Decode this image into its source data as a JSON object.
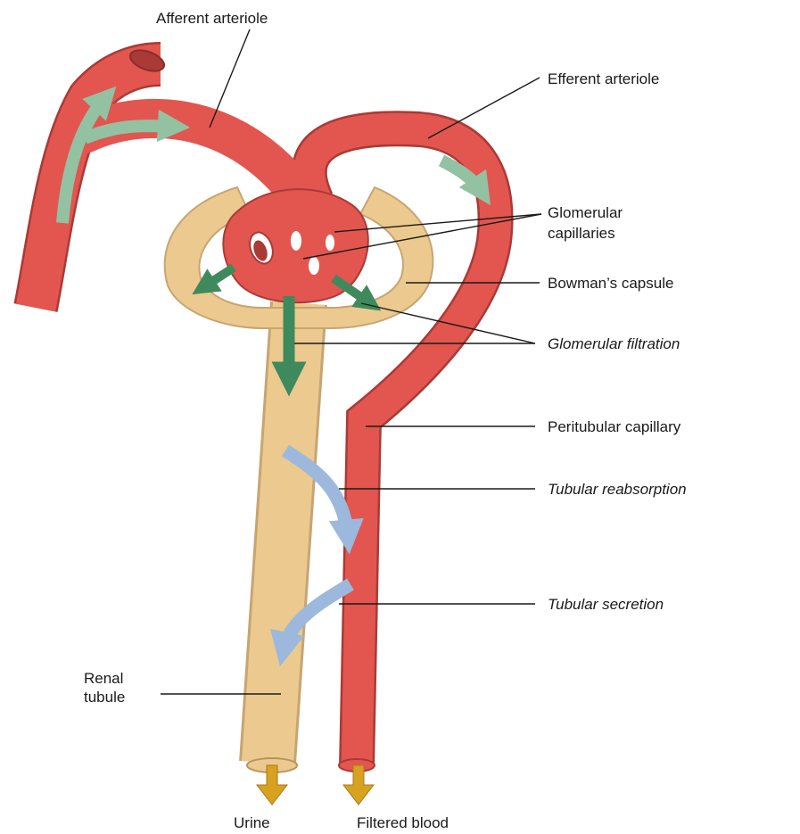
{
  "diagram": {
    "colors": {
      "blood_vessel": "#e2564f",
      "vessel_dark": "#a93a36",
      "tubule": "#ecc98e",
      "tubule_dark": "#c7a572",
      "filtration_arrow": "#3f8a5c",
      "flow_arrow": "#92c2a2",
      "reabsorption_arrow": "#9cb8dc",
      "output_arrow": "#d8a11f"
    },
    "labels": {
      "afferent_arteriole": "Afferent arteriole",
      "efferent_arteriole": "Efferent arteriole",
      "glomerular_capillaries_line1": "Glomerular",
      "glomerular_capillaries_line2": "capillaries",
      "bowmans_capsule": "Bowman’s capsule",
      "glomerular_filtration": "Glomerular filtration",
      "peritubular_capillary": "Peritubular capillary",
      "tubular_reabsorption": "Tubular reabsorption",
      "tubular_secretion": "Tubular secretion",
      "renal_tubule_line1": "Renal",
      "renal_tubule_line2": "tubule",
      "urine": "Urine",
      "filtered_blood": "Filtered blood"
    }
  }
}
